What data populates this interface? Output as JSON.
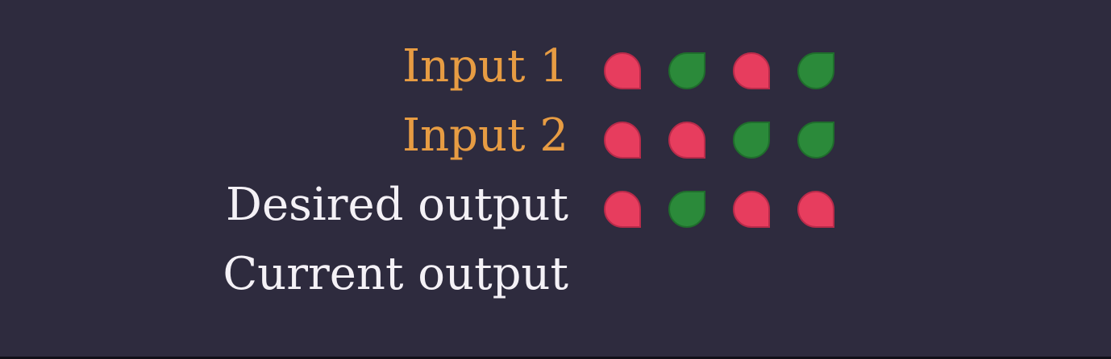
{
  "colors": {
    "background": "#2e2b3e",
    "input_label": "#e79c43",
    "output_label": "#f4f1f6",
    "on": "#2b8a3a",
    "on_border": "#1f6d2c",
    "off": "#e73d5e",
    "off_border": "#b82b4a"
  },
  "rows": [
    {
      "label": "Input 1",
      "kind": "input",
      "states": [
        false,
        true,
        false,
        true
      ]
    },
    {
      "label": "Input 2",
      "kind": "input",
      "states": [
        false,
        false,
        true,
        true
      ]
    },
    {
      "label": "Desired output",
      "kind": "output",
      "states": [
        false,
        true,
        false,
        false
      ]
    },
    {
      "label": "Current output",
      "kind": "output",
      "states": []
    }
  ]
}
